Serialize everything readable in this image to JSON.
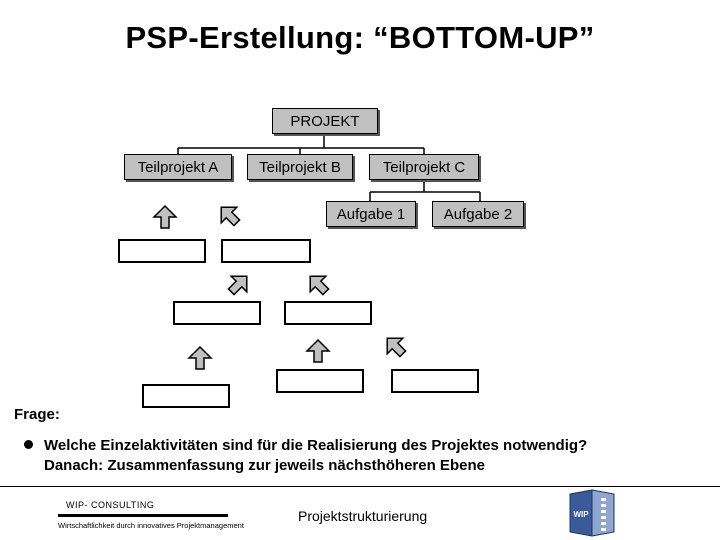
{
  "title": "PSP-Erstellung: “BOTTOM-UP”",
  "tree": {
    "root": "PROJEKT",
    "level1": [
      "Teilprojekt A",
      "Teilprojekt B",
      "Teilprojekt C"
    ],
    "level2": [
      "Aufgabe 1",
      "Aufgabe 2"
    ]
  },
  "question": {
    "label": "Frage:",
    "line1": "Welche Einzelaktivitäten sind für die Realisierung des Projektes notwendig?",
    "line2": "Danach: Zusammenfassung zur jeweils nächsthöheren Ebene"
  },
  "footer": {
    "company": "WIP- CONSULTING",
    "slogan": "Wirtschaftlichkeit durch innovatives Projektmanagement",
    "page_title": "Projektstrukturierung",
    "logo_text": "WIP"
  },
  "colors": {
    "node_fill": "#c0c0c0",
    "arrow_fill": "#c0c0c0",
    "logo_blue": "#3a5a9a"
  }
}
